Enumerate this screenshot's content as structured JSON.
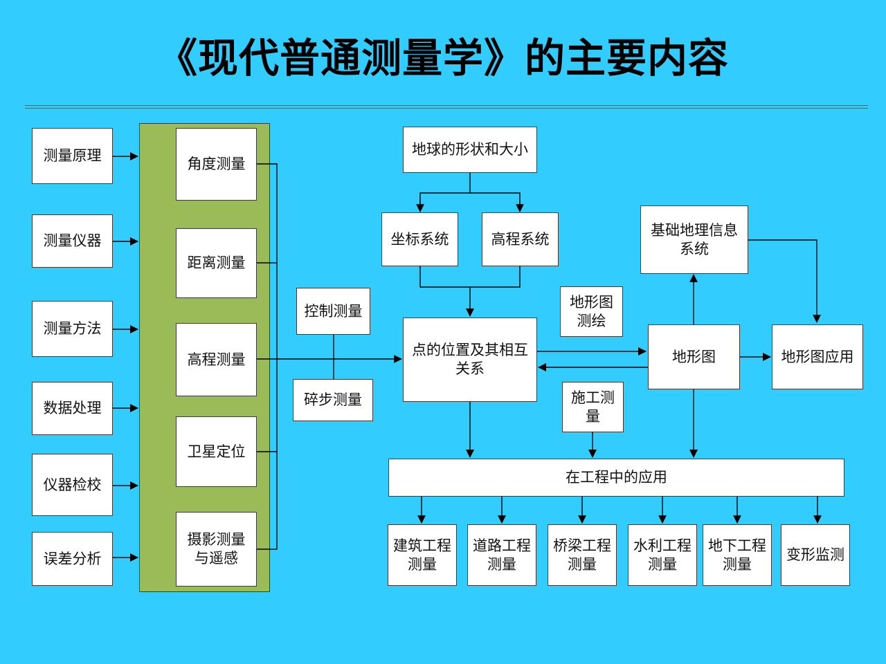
{
  "title": "《现代普通测量学》的主要内容",
  "left_column": [
    "测量原理",
    "测量仪器",
    "测量方法",
    "数据处理",
    "仪器检校",
    "误差分析"
  ],
  "green_panel_items": [
    "角度测量",
    "距离测量",
    "高程测量",
    "卫星定位",
    "摄影测量\n与遥感"
  ],
  "middle": {
    "control_survey": "控制测量",
    "detail_survey": "碎步测量"
  },
  "center": {
    "earth_shape": "地球的形状和大小",
    "coordinate_system": "坐标系统",
    "height_system": "高程系统",
    "point_position": "点的位置及其相互\n关系",
    "topo_mapping": "地形图\n测绘",
    "construction_survey": "施工测\n量",
    "gis": "基础地理信息\n系统",
    "topo_map": "地形图",
    "topo_map_application": "地形图应用",
    "engineering_application": "在工程中的应用"
  },
  "bottom_row": [
    "建筑工程\n测量",
    "道路工程\n测量",
    "桥梁工程\n测量",
    "水利工程\n测量",
    "地下工程\n测量",
    "变形监测"
  ],
  "colors": {
    "background": "#33ccff",
    "panel": "#9bbb59",
    "box": "#ffffff",
    "line": "#000000"
  }
}
